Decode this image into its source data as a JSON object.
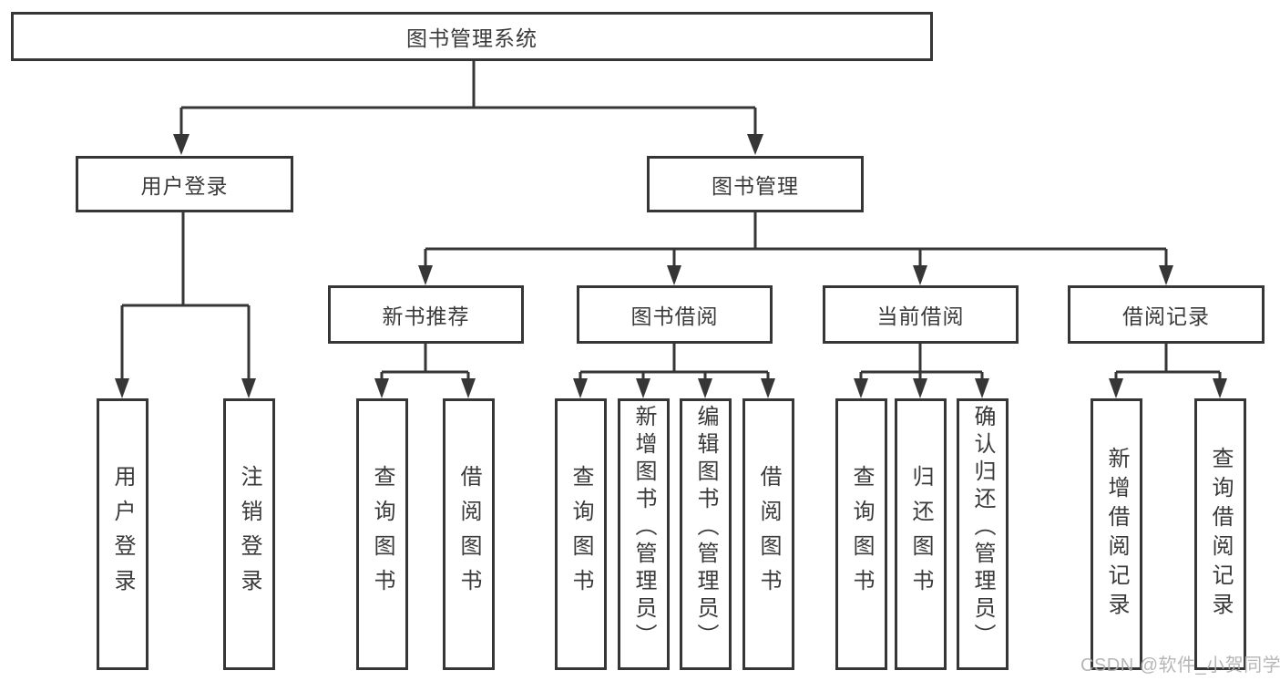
{
  "diagram": {
    "type": "tree",
    "tree": {
      "label": "图书管理系统",
      "children": [
        {
          "label": "用户登录",
          "children": [
            {
              "label": "用户登录"
            },
            {
              "label": "注销登录"
            }
          ]
        },
        {
          "label": "图书管理",
          "children": [
            {
              "label": "新书推荐",
              "children": [
                {
                  "label": "查询图书"
                },
                {
                  "label": "借阅图书"
                }
              ]
            },
            {
              "label": "图书借阅",
              "children": [
                {
                  "label": "查询图书"
                },
                {
                  "label": "新增图书（管理员）"
                },
                {
                  "label": "编辑图书（管理员）"
                },
                {
                  "label": "借阅图书"
                }
              ]
            },
            {
              "label": "当前借阅",
              "children": [
                {
                  "label": "查询图书"
                },
                {
                  "label": "归还图书"
                },
                {
                  "label": "确认归还（管理员）"
                }
              ]
            },
            {
              "label": "借阅记录",
              "children": [
                {
                  "label": "新增借阅记录"
                },
                {
                  "label": "查询借阅记录"
                }
              ]
            }
          ]
        }
      ]
    },
    "colors": {
      "line": "#363636",
      "text": "#3a3a3a",
      "background": "#ffffff",
      "watermark": "#b0b0b0"
    },
    "watermark": "CSDN @软件_小贺同学"
  }
}
